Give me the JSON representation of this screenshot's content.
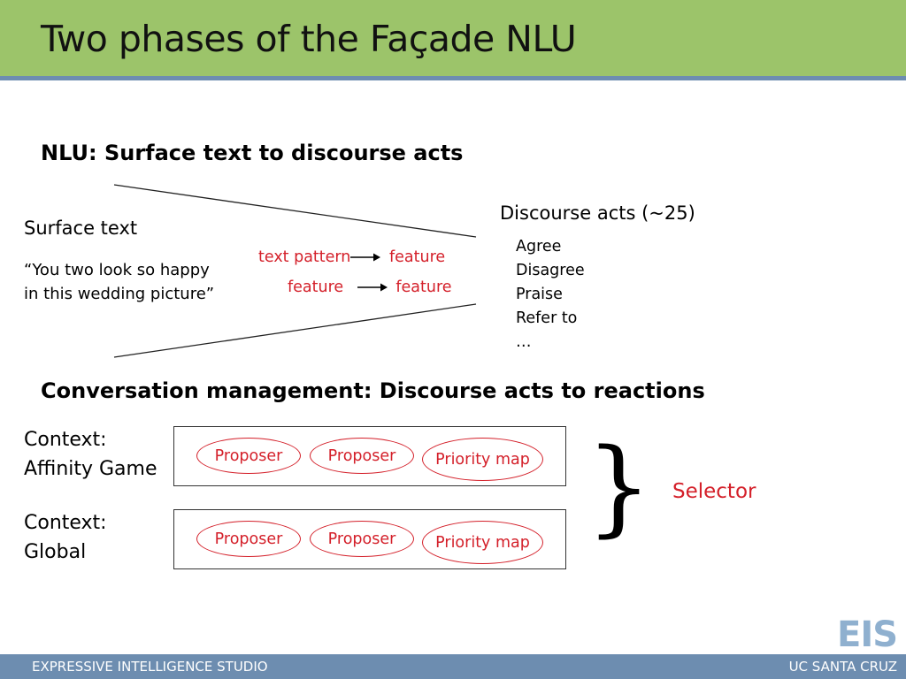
{
  "title": "Two phases of the Façade NLU",
  "nlu": {
    "heading": "NLU: Surface text to discourse acts",
    "surface_label": "Surface text",
    "quote_line1": "“You two look so happy",
    "quote_line2": "in this wedding picture”",
    "mapping1_left": "text pattern",
    "mapping1_right": "feature",
    "mapping2_left": "feature",
    "mapping2_right": "feature",
    "discourse_label": "Discourse acts (~25)",
    "acts": [
      "Agree",
      "Disagree",
      "Praise",
      "Refer to",
      "…"
    ]
  },
  "cm": {
    "heading": "Conversation management: Discourse acts to reactions",
    "ctx1_line1": "Context:",
    "ctx1_line2": "Affinity Game",
    "ctx2_line1": "Context:",
    "ctx2_line2": "Global",
    "box1": [
      "Proposer",
      "Proposer",
      "Priority map"
    ],
    "box2": [
      "Proposer",
      "Proposer",
      "Priority map"
    ],
    "brace": "}",
    "selector": "Selector"
  },
  "footer": {
    "left": "EXPRESSIVE INTELLIGENCE STUDIO",
    "right": "UC SANTA CRUZ",
    "logo": "EIS"
  },
  "colors": {
    "title_bar": "#9cc46a",
    "rule": "#6d8db0",
    "accent_red": "#d4202a"
  }
}
